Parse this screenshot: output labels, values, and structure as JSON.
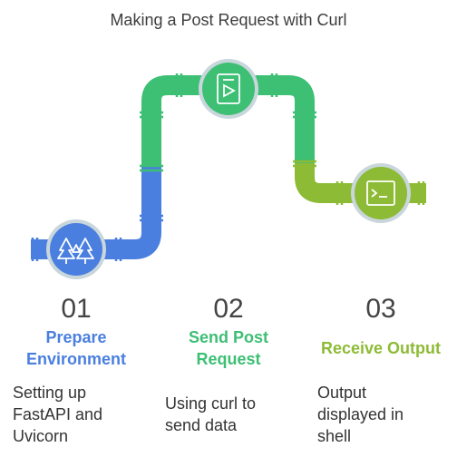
{
  "title": "Making a Post Request with Curl",
  "colors": {
    "blue": "#4a7fe0",
    "green": "#3dbf74",
    "lime": "#8dbb36",
    "ring": "#c9d6dc"
  },
  "steps": [
    {
      "number": "01",
      "heading_lines": [
        "Prepare",
        "Environment"
      ],
      "description_lines": [
        "Setting up",
        "FastAPI and",
        "Uvicorn"
      ],
      "icon": "trees-icon",
      "color": "#4a7fe0"
    },
    {
      "number": "02",
      "heading_lines": [
        "Send Post",
        "Request"
      ],
      "description_lines": [
        "Using curl to",
        "send data"
      ],
      "icon": "send-document-icon",
      "color": "#3dbf74"
    },
    {
      "number": "03",
      "heading_lines": [
        "Receive Output"
      ],
      "description_lines": [
        "Output",
        "displayed in",
        "shell"
      ],
      "icon": "terminal-icon",
      "color": "#8dbb36"
    }
  ]
}
